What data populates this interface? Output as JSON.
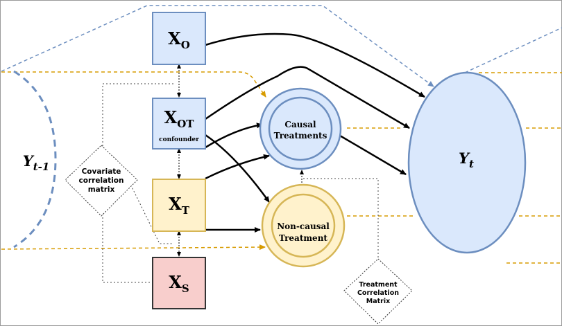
{
  "nodes": {
    "x_o": {
      "main": "X",
      "sub": "O"
    },
    "x_ot": {
      "main": "X",
      "sub": "OT",
      "note": "confounder"
    },
    "x_t": {
      "main": "X",
      "sub": "T"
    },
    "x_s": {
      "main": "X",
      "sub": "S"
    },
    "y_prev": {
      "main": "Y",
      "sub": "t-1"
    },
    "y_t": {
      "main": "Y",
      "sub": "t"
    },
    "causal": {
      "line1": "Causal",
      "line2": "Treatments"
    },
    "noncausal": {
      "line1": "Non-causal",
      "line2": "Treatment"
    }
  },
  "labels": {
    "covariate": [
      "Covariate",
      "correlation",
      "matrix"
    ],
    "treatment_corr": [
      "Treatment",
      "Correlation",
      "Matrix"
    ]
  },
  "colors": {
    "blue_fill": "#dae8fc",
    "blue_stroke": "#6c8ebf",
    "yellow_fill": "#fff2cc",
    "yellow_stroke": "#d6b656",
    "red_fill": "#f8cecc",
    "dashed_blue": "#6c8ebf",
    "dashed_orange": "#d79b00"
  }
}
